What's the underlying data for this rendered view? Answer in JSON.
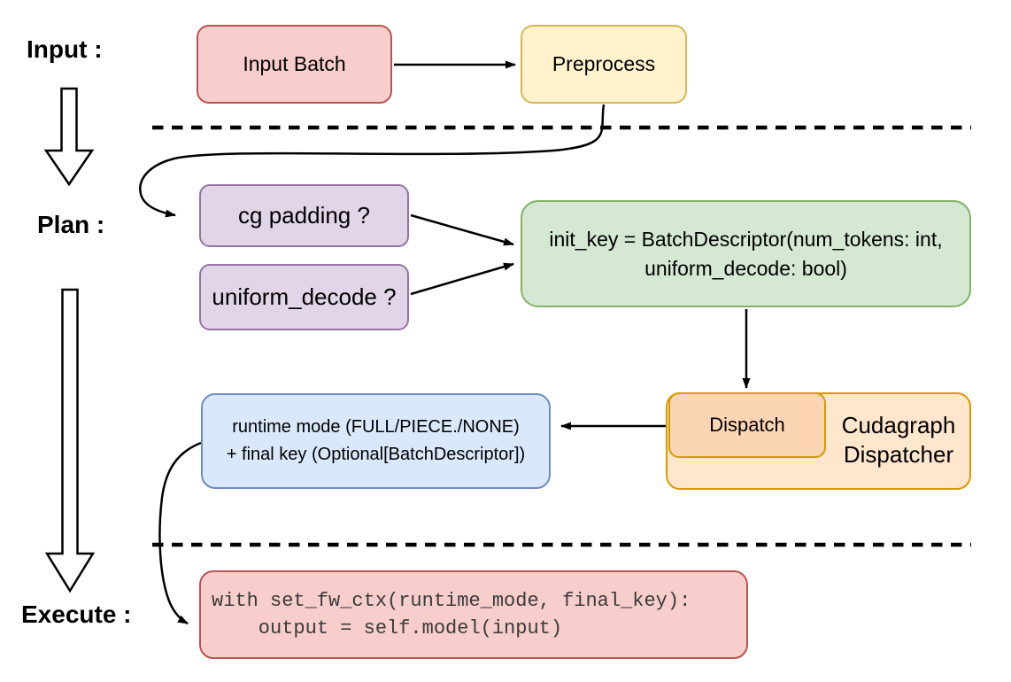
{
  "stages": {
    "input_label": "Input :",
    "plan_label": "Plan :",
    "execute_label": "Execute :"
  },
  "nodes": {
    "input_batch": {
      "label": "Input Batch"
    },
    "preprocess": {
      "label": "Preprocess"
    },
    "cg_padding": {
      "label": "cg padding ?"
    },
    "uniform_decode": {
      "label": "uniform_decode ?"
    },
    "init_key": {
      "line1": "init_key = BatchDescriptor(num_tokens: int,",
      "line2": "uniform_decode: bool)"
    },
    "dispatch": {
      "label": "Dispatch"
    },
    "cudagraph_dispatcher": {
      "line1": "Cudagraph",
      "line2": "Dispatcher"
    },
    "runtime_result": {
      "line1": "runtime mode (FULL/PIECE./NONE)",
      "line2": "+ final key (Optional[BatchDescriptor])"
    },
    "execute_code": {
      "line1": "with set_fw_ctx(runtime_mode, final_key):",
      "line2": "    output = self.model(input)"
    }
  },
  "colors": {
    "red_fill": "#f8cecc",
    "red_stroke": "#b85450",
    "yellow_fill": "#fff2cc",
    "yellow_stroke": "#d6b656",
    "purple_fill": "#e1d5e7",
    "purple_stroke": "#9673a6",
    "green_fill": "#d5e8d4",
    "green_stroke": "#82b366",
    "orange_fill": "#ffe6cc",
    "orange_inner_fill": "#fcd5b5",
    "orange_stroke": "#d79b00",
    "blue_fill": "#dae8fc",
    "blue_stroke": "#6c8ebf",
    "connector": "#000000",
    "code_text": "#3a3a3a"
  }
}
